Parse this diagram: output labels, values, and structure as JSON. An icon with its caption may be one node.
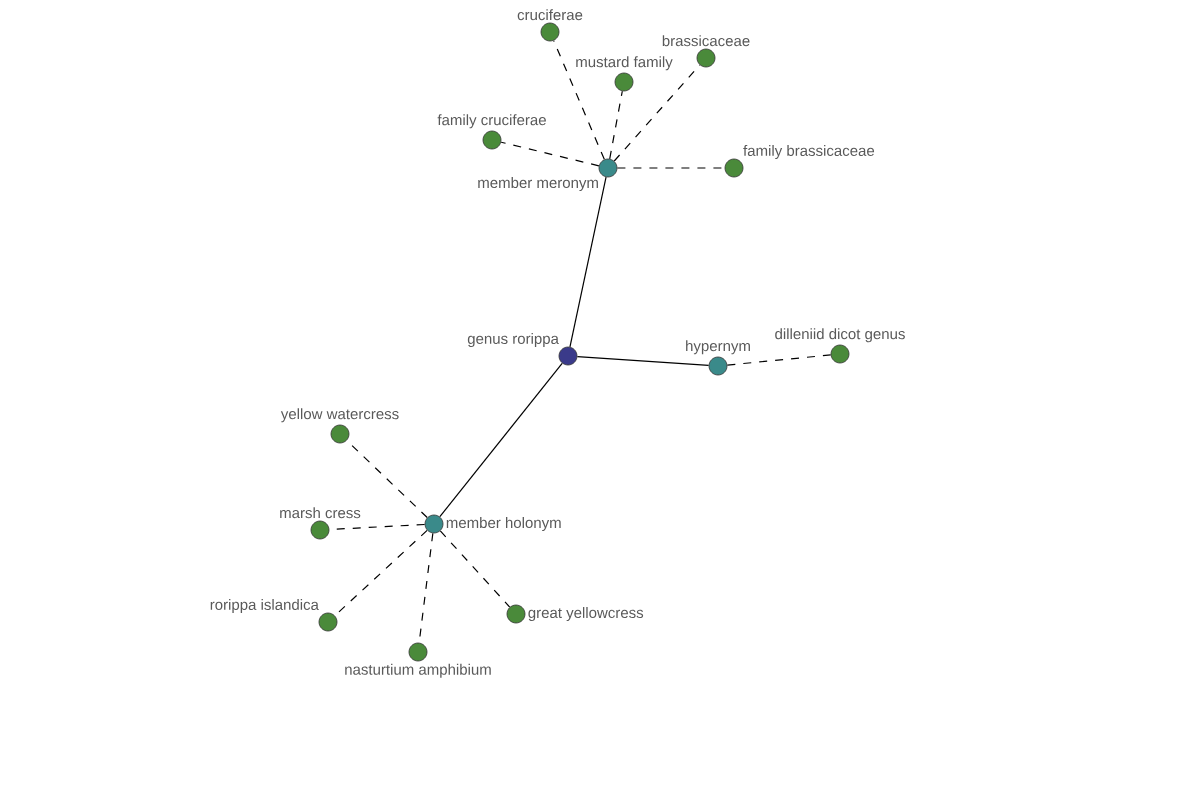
{
  "diagram": {
    "nodes": [
      {
        "text": [
          "genus rorippa"
        ]
      },
      {
        "text": [
          "member meronym"
        ]
      },
      {
        "text": [
          "hypernym"
        ]
      },
      {
        "text": [
          "member holonym"
        ]
      },
      {
        "text": [
          "cruciferae"
        ]
      },
      {
        "text": [
          "brassicaceae"
        ]
      },
      {
        "text": [
          "mustard family"
        ]
      },
      {
        "text": [
          "family cruciferae"
        ]
      },
      {
        "text": [
          "family brassicaceae"
        ]
      },
      {
        "text": [
          "dilleniid dicot genus"
        ]
      },
      {
        "text": [
          "yellow watercress"
        ]
      },
      {
        "text": [
          "marsh cress"
        ]
      },
      {
        "text": [
          "rorippa islandica"
        ]
      },
      {
        "text": [
          "great yellowcress"
        ]
      },
      {
        "text": [
          "nasturtium amphibium"
        ]
      }
    ],
    "edges": [
      {
        "from": 0,
        "to": 1,
        "arrow": "none"
      },
      {
        "from": 0,
        "to": 2,
        "arrow": "none"
      },
      {
        "from": 0,
        "to": 3,
        "arrow": "none"
      },
      {
        "from": 1,
        "to": 4,
        "arrow": "none",
        "style": "dashed"
      },
      {
        "from": 1,
        "to": 5,
        "arrow": "none",
        "style": "dashed"
      },
      {
        "from": 1,
        "to": 6,
        "arrow": "none",
        "style": "dashed"
      },
      {
        "from": 1,
        "to": 7,
        "arrow": "none",
        "style": "dashed"
      },
      {
        "from": 1,
        "to": 8,
        "arrow": "none",
        "style": "dashed"
      },
      {
        "from": 2,
        "to": 9,
        "arrow": "none",
        "style": "dashed"
      },
      {
        "from": 3,
        "to": 10,
        "arrow": "none",
        "style": "dashed"
      },
      {
        "from": 3,
        "to": 11,
        "arrow": "none",
        "style": "dashed"
      },
      {
        "from": 3,
        "to": 12,
        "arrow": "none",
        "style": "dashed"
      },
      {
        "from": 3,
        "to": 13,
        "arrow": "none",
        "style": "dashed"
      },
      {
        "from": 3,
        "to": 14,
        "arrow": "none",
        "style": "dashed"
      }
    ]
  }
}
